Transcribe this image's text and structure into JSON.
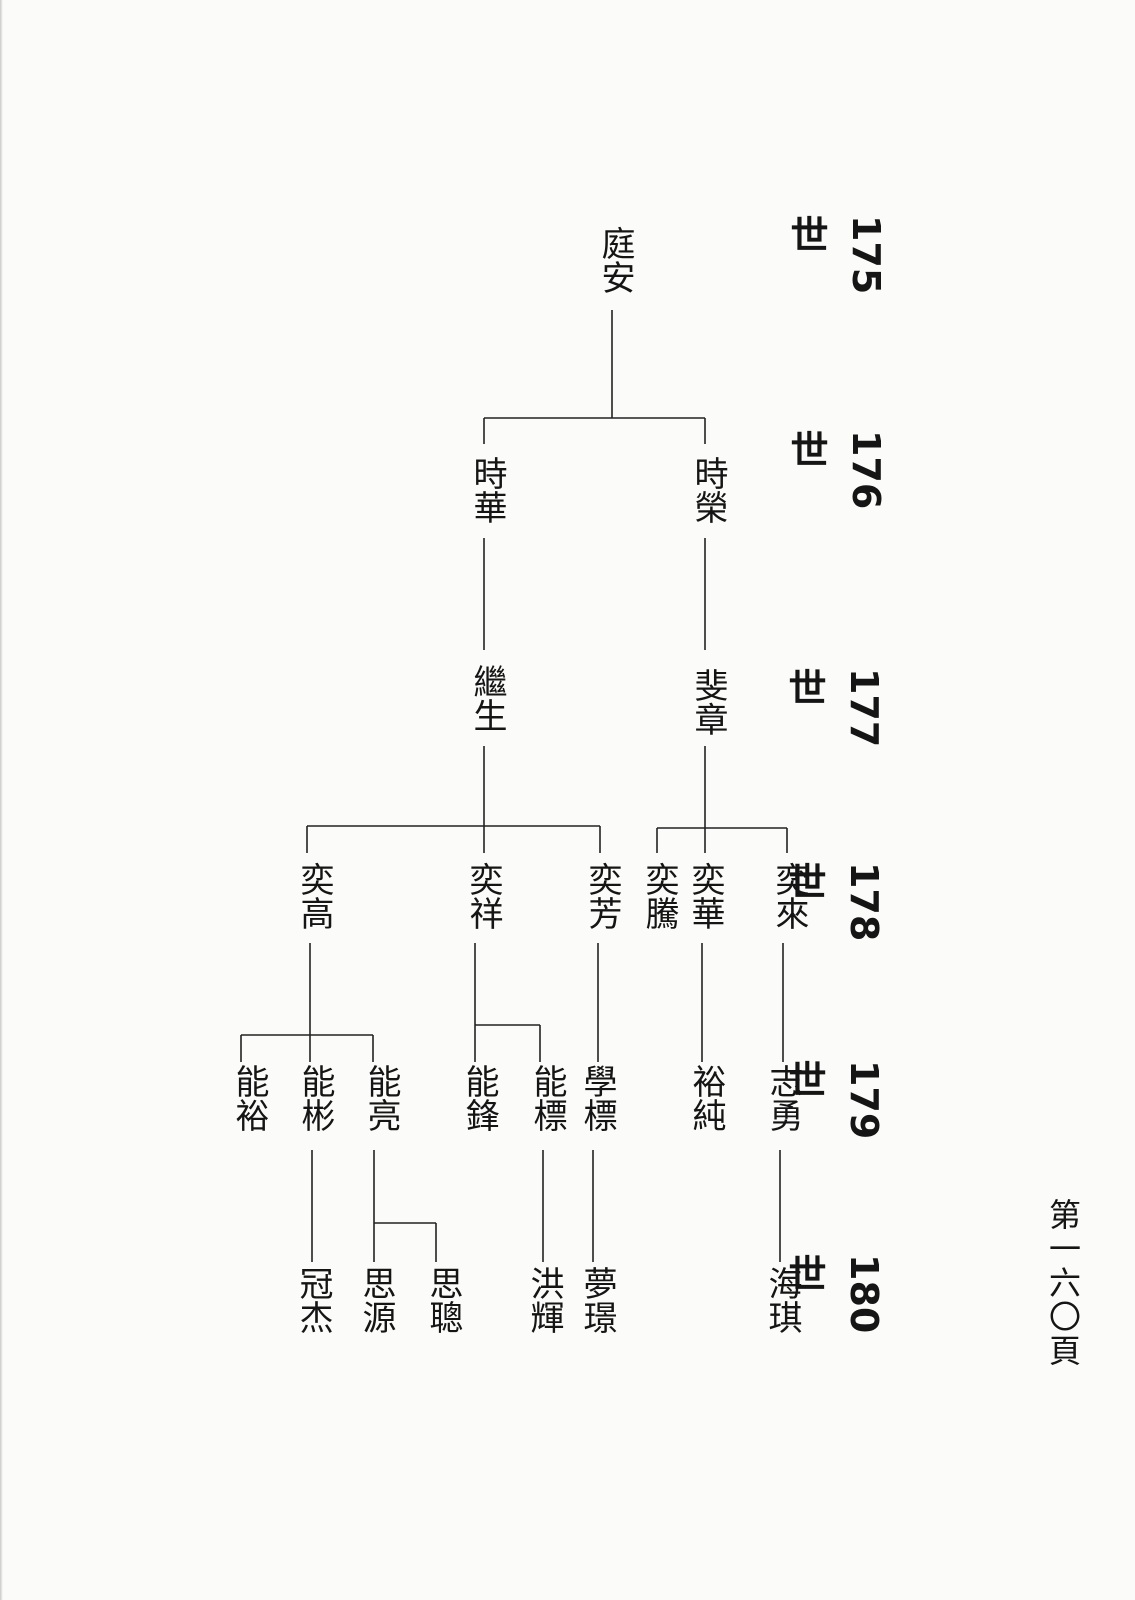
{
  "generations": [
    "175世",
    "176世",
    "177世",
    "178世",
    "179世",
    "180世"
  ],
  "page_number": "第一六〇頁",
  "tree": {
    "gen175": {
      "tingan": "庭安"
    },
    "gen176": {
      "shihua": "時華",
      "shirong": "時榮"
    },
    "gen177": {
      "jisheng": "繼生",
      "feizhang": "斐章"
    },
    "gen178": {
      "yigao": "奕高",
      "yixiang": "奕祥",
      "yifang": "奕芳",
      "yiteng": "奕騰",
      "yihua": "奕華",
      "yilai": "奕來"
    },
    "gen179": {
      "nengyu": "能裕",
      "nengbin": "能彬",
      "nengliang": "能亮",
      "nengfeng": "能鋒",
      "nengbiao": "能標",
      "xuebiao": "學標",
      "yuchun": "裕純",
      "zhiyong": "志勇"
    },
    "gen180": {
      "guanjie": "冠杰",
      "siyuan": "思源",
      "sicong": "思聰",
      "honghui": "洪輝",
      "mengjing": "夢璟",
      "haiqi": "海琪"
    }
  }
}
